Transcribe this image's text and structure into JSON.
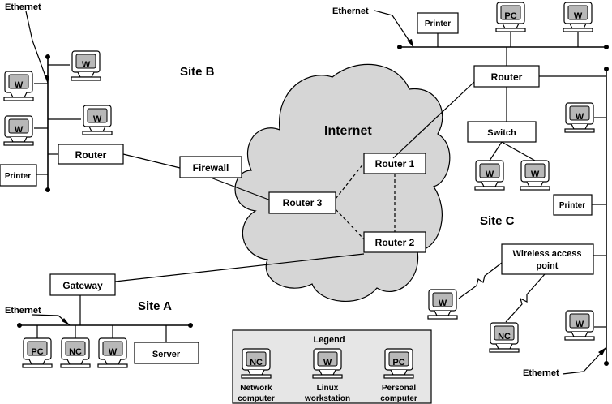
{
  "colors": {
    "cloud": "#d6d6d6",
    "monitor_screen": "#b8b8b8",
    "legend_bg": "#e6e6e6"
  },
  "sites": {
    "a": "Site A",
    "b": "Site B",
    "c": "Site C"
  },
  "internet": {
    "title": "Internet",
    "router1": "Router 1",
    "router2": "Router 2",
    "router3": "Router 3"
  },
  "site_b": {
    "ethernet": "Ethernet",
    "router": "Router",
    "firewall": "Firewall",
    "printer": "Printer",
    "workstations": [
      "W",
      "W",
      "W",
      "W"
    ]
  },
  "site_c": {
    "ethernet_top": "Ethernet",
    "ethernet_bottom": "Ethernet",
    "printer_top": "Printer",
    "printer_side": "Printer",
    "router": "Router",
    "switch": "Switch",
    "wireless_line1": "Wireless access",
    "wireless_line2": "point",
    "pc": "PC",
    "nc": "NC",
    "w": "W"
  },
  "site_a": {
    "ethernet": "Ethernet",
    "gateway": "Gateway",
    "server": "Server",
    "pc": "PC",
    "nc": "NC",
    "w": "W"
  },
  "legend": {
    "title": "Legend",
    "nc": "NC",
    "w": "W",
    "pc": "PC",
    "nc_line1": "Network",
    "nc_line2": "computer",
    "w_line1": "Linux",
    "w_line2": "workstation",
    "pc_line1": "Personal",
    "pc_line2": "computer"
  }
}
